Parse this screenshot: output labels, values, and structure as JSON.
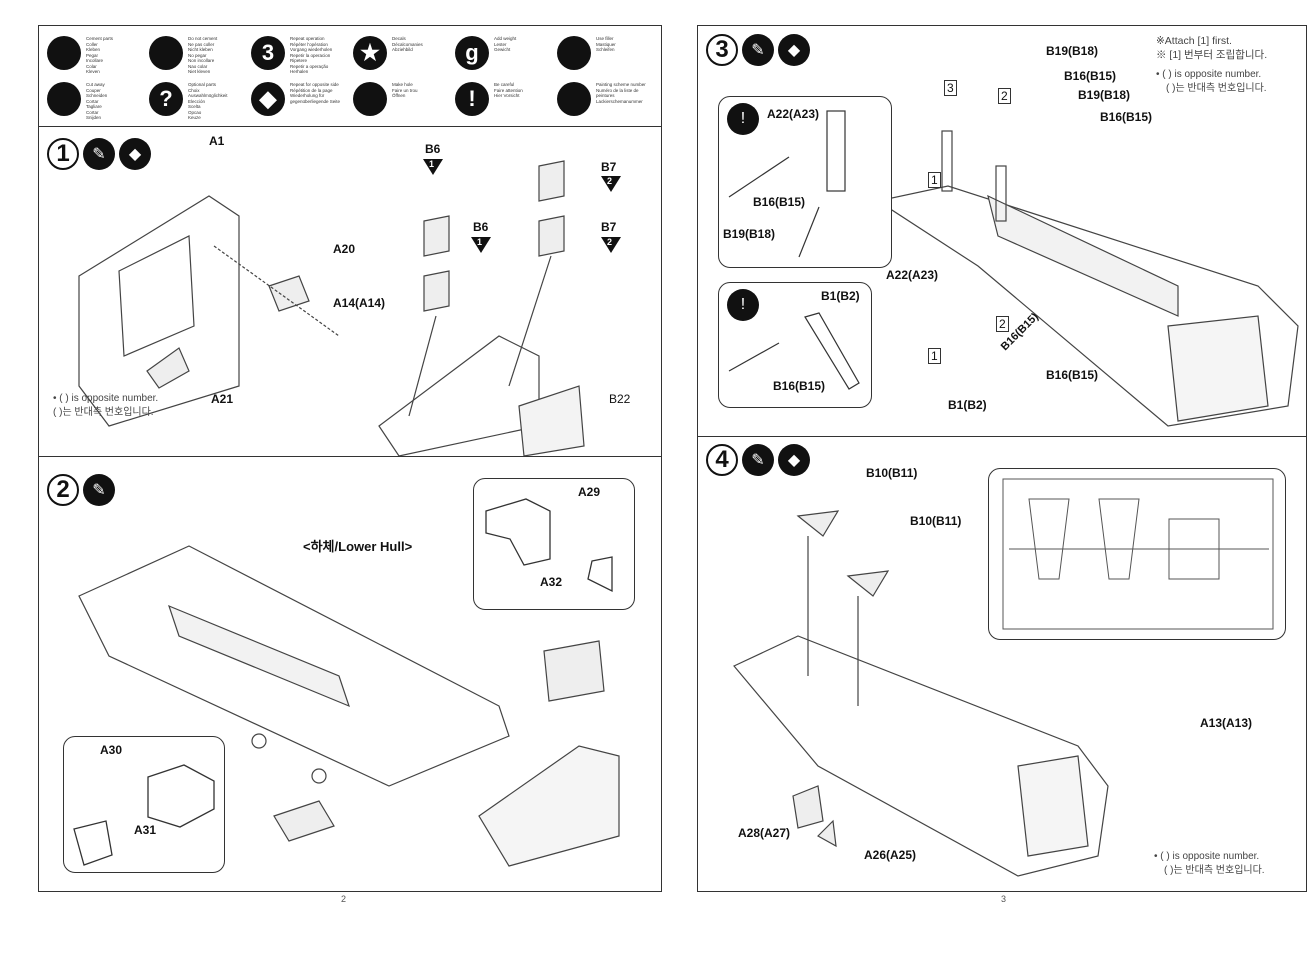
{
  "legend": [
    {
      "icon": "cement-icon",
      "lines": [
        "Cement parts",
        "Coller",
        "Kleben",
        "Pegar",
        "Incollare",
        "Colar",
        "Kleven"
      ]
    },
    {
      "icon": "do-not-cement-icon",
      "lines": [
        "Do not cement",
        "Ne pas coller",
        "Nicht kleben",
        "No pegar",
        "Non incollare",
        "Nao colar",
        "Niet kleven"
      ]
    },
    {
      "icon": "repeat-operation-icon",
      "glyph": "3",
      "lines": [
        "Repeat operation",
        "Répéter l'opération",
        "Vorgang wiederholen",
        "Repetir la operacion",
        "Ripetere",
        "Repetir a operação",
        "Herhalen"
      ]
    },
    {
      "icon": "decals-icon",
      "glyph": "★",
      "lines": [
        "Decals",
        "Décalcomanies",
        "Abziehbild"
      ]
    },
    {
      "icon": "add-weight-icon",
      "glyph": "g",
      "lines": [
        "Add weight",
        "Lester",
        "Gewicht"
      ]
    },
    {
      "icon": "use-filler-icon",
      "lines": [
        "Use filler",
        "Mastiquer",
        "Schleifen"
      ]
    },
    {
      "icon": "cut-away-icon",
      "lines": [
        "Cut away",
        "Couper",
        "Schneiden",
        "Cortar",
        "Tagliare",
        "Cortar",
        "Snijden"
      ]
    },
    {
      "icon": "optional-parts-icon",
      "glyph": "?",
      "lines": [
        "Optional parts",
        "Choix",
        "Auswahlmöglichkeit",
        "Elección",
        "Scelta",
        "Opcao",
        "Keuze"
      ]
    },
    {
      "icon": "repeat-opposite-side-icon",
      "glyph": "◆",
      "lines": [
        "Repeat for opposite side",
        "Répétition de la page",
        "Wiederholung für gegenüberliegende Seite"
      ]
    },
    {
      "icon": "make-hole-icon",
      "lines": [
        "Make hole",
        "Faire un trou",
        "Öffnen"
      ]
    },
    {
      "icon": "be-careful-icon",
      "glyph": "!",
      "lines": [
        "Be careful",
        "Faire attention",
        "Hier Vorsicht"
      ]
    },
    {
      "icon": "painting-scheme-icon",
      "lines": [
        "Painting scheme number",
        "Numéro de la liste de peintures",
        "Lackierschemanummer"
      ]
    }
  ],
  "step1": {
    "num": "1",
    "labels": {
      "a1": "A1",
      "a20": "A20",
      "a14": "A14(A14)",
      "a21": "A21",
      "b6a": "B6",
      "b6b": "B6",
      "b7a": "B7",
      "b7b": "B7",
      "b22": "B22",
      "tri1": "1",
      "tri2": "2"
    },
    "note_en": "• ( ) is opposite number.",
    "note_ko": "( )는 반대측 번호입니다."
  },
  "step2": {
    "num": "2",
    "title": "<하체/Lower Hull>",
    "labels": {
      "a29": "A29",
      "a32": "A32",
      "a30": "A30",
      "a31": "A31"
    }
  },
  "step3": {
    "num": "3",
    "labels": {
      "b19a": "B19(B18)",
      "b16a": "B16(B15)",
      "b19b": "B19(B18)",
      "b16b": "B16(B15)",
      "a22": "A22(A23)",
      "b16c": "B16(B15)",
      "b19c": "B19(B18)",
      "a22b": "A22(A23)",
      "b1": "B1(B2)",
      "b16d": "B16(B15)",
      "b16e": "B16(B15)",
      "b16f": "B16(B15)",
      "b1b": "B1(B2)",
      "box3": "3",
      "box2": "2",
      "box2b": "2",
      "box1": "1",
      "box1b": "1"
    },
    "attach_en": "※Attach [1] first.",
    "attach_ko": "※ [1] 번부터 조립합니다.",
    "note_en": "• ( ) is opposite number.",
    "note_ko": "( )는 반대측 번호입니다."
  },
  "step4": {
    "num": "4",
    "labels": {
      "b10a": "B10(B11)",
      "b10b": "B10(B11)",
      "a13": "A13(A13)",
      "a28": "A28(A27)",
      "a26": "A26(A25)"
    },
    "note_en": "• ( ) is opposite number.",
    "note_ko": "( )는 반대측 번호입니다."
  },
  "pages": {
    "left": "2",
    "right": "3"
  }
}
